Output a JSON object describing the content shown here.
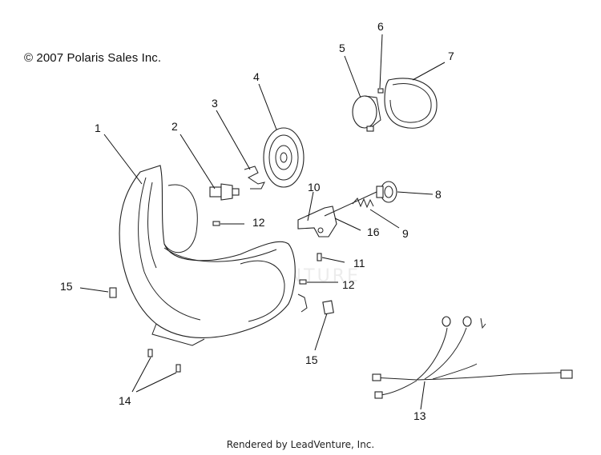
{
  "copyright": "© 2007 Polaris Sales Inc.",
  "footer": "Rendered by LeadVenture, Inc.",
  "watermark": "LEADVENTURE",
  "callouts": {
    "c1": "1",
    "c2": "2",
    "c3": "3",
    "c4": "4",
    "c5": "5",
    "c6": "6",
    "c7": "7",
    "c8": "8",
    "c9": "9",
    "c10": "10",
    "c11": "11",
    "c12a": "12",
    "c12b": "12",
    "c13": "13",
    "c14": "14",
    "c15a": "15",
    "c15b": "15",
    "c16": "16"
  }
}
